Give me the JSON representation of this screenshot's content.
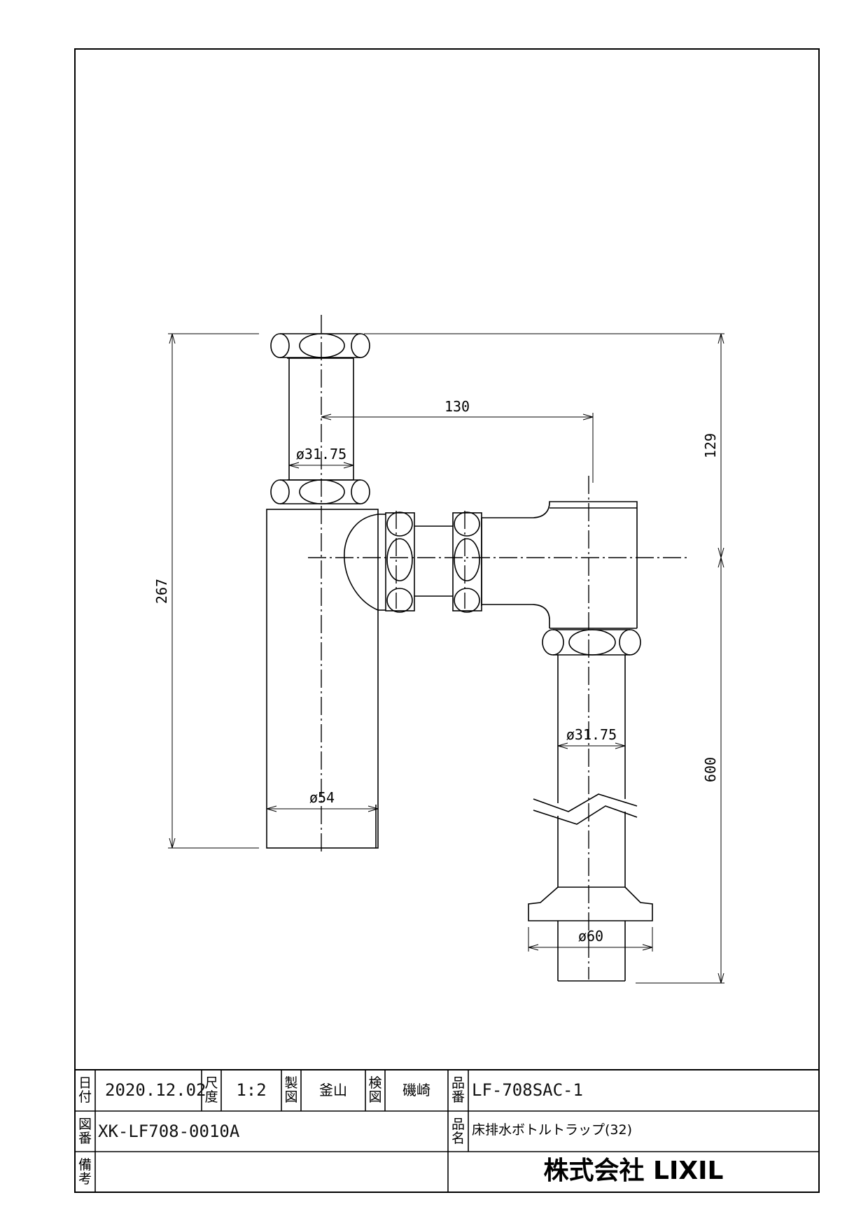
{
  "drawing": {
    "dimensions": {
      "top_offset": "130",
      "inlet_diameter": "ø31.75",
      "outlet_diameter": "ø31.75",
      "body_diameter": "ø54",
      "flange_diameter": "ø60",
      "overall_height": "267",
      "upper_height": "129",
      "lower_length": "600"
    }
  },
  "title_block": {
    "date_label": [
      "日",
      "付"
    ],
    "date": "2020.12.02",
    "scale_label": [
      "尺",
      "度"
    ],
    "scale": "1:2",
    "drawn_label": [
      "製",
      "図"
    ],
    "drawn_by": "釜山",
    "checked_label": [
      "検",
      "図"
    ],
    "checked_by": "磯崎",
    "part_no_label": [
      "品",
      "番"
    ],
    "part_no": "LF-708SAC-1",
    "drawing_no_label": [
      "図",
      "番"
    ],
    "drawing_no": "XK-LF708-0010A",
    "product_name_label": [
      "品",
      "名"
    ],
    "product_name": "床排水ボトルトラップ(32)",
    "remarks_label": [
      "備",
      "考"
    ],
    "remarks": "",
    "company": "株式会社 LIXIL"
  }
}
